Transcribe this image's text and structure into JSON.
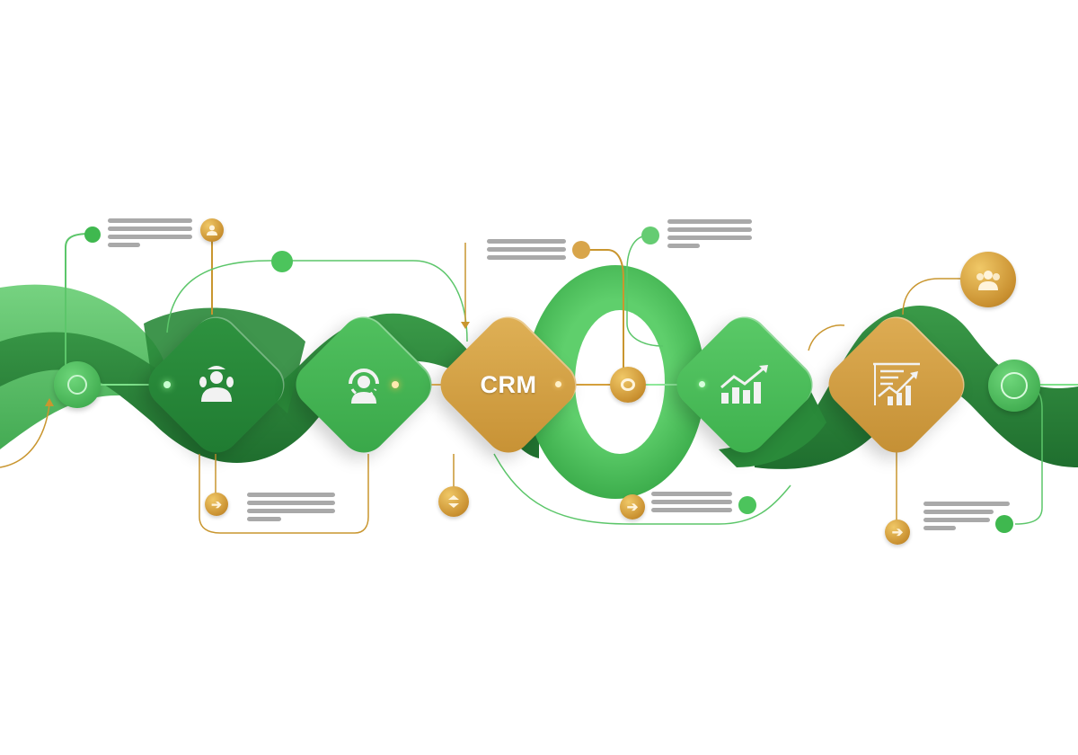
{
  "diagram": {
    "type": "workflow-pipeline-infographic",
    "colors": {
      "green_dark": "#2e8b3e",
      "green_mid": "#3aa64a",
      "green_light": "#4cbf5a",
      "gold": "#d4a03c",
      "gold_dark": "#b7832a",
      "connector_green": "#5cc66a",
      "connector_gold": "#c9962f",
      "placeholder_gray": "#a9a9a9",
      "background": "#ffffff"
    },
    "nodes": [
      {
        "id": "node-1",
        "kind": "tile",
        "color": "green-dark",
        "icon": "team-user-icon",
        "label": ""
      },
      {
        "id": "node-2",
        "kind": "tile",
        "color": "green",
        "icon": "user-profile-icon",
        "label": ""
      },
      {
        "id": "node-3",
        "kind": "tile",
        "color": "gold",
        "icon": "",
        "label": "CRM"
      },
      {
        "id": "node-4",
        "kind": "tile",
        "color": "green",
        "icon": "growth-chart-icon",
        "label": ""
      },
      {
        "id": "node-5",
        "kind": "tile",
        "color": "gold",
        "icon": "report-chart-icon",
        "label": ""
      }
    ],
    "callouts": [
      {
        "id": "callout-top-1",
        "lines": 4,
        "marker": "green-dot"
      },
      {
        "id": "callout-top-2",
        "lines": 3,
        "marker": "gold-dot"
      },
      {
        "id": "callout-top-3",
        "lines": 4,
        "marker": "green-dot"
      },
      {
        "id": "callout-bottom-1",
        "lines": 4,
        "marker": "gold-arrow-coin"
      },
      {
        "id": "callout-bottom-2",
        "lines": 3,
        "marker": "gold-arrow-coin"
      },
      {
        "id": "callout-bottom-3",
        "lines": 4,
        "marker": "gold-arrow-coin"
      }
    ],
    "coins": [
      {
        "id": "coin-user",
        "icon": "user-icon"
      },
      {
        "id": "coin-group",
        "icon": "group-icon"
      },
      {
        "id": "coin-target",
        "icon": "target-ring-icon"
      },
      {
        "id": "coin-swap",
        "icon": "swap-icon"
      },
      {
        "id": "coin-arrow-1",
        "icon": "arrow-right-icon"
      },
      {
        "id": "coin-arrow-2",
        "icon": "arrow-right-icon"
      },
      {
        "id": "coin-arrow-3",
        "icon": "arrow-right-icon"
      }
    ]
  }
}
